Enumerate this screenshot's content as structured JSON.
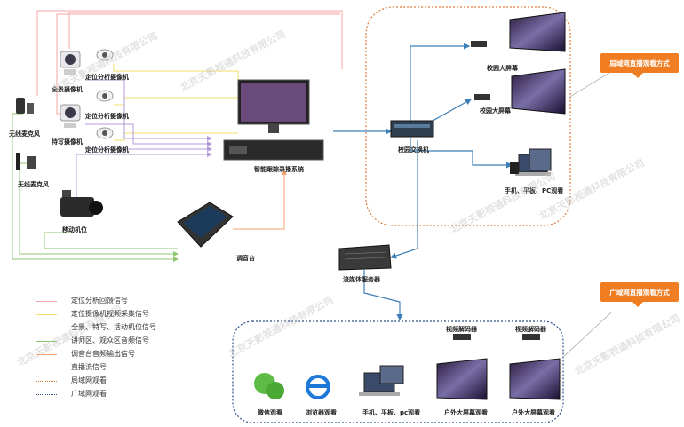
{
  "labels": {
    "panorama_camera": "全景摄像机",
    "positioning_camera_1": "定位分析摄像机",
    "positioning_camera_2": "定位分析摄像机",
    "positioning_camera_3": "定位分析摄像机",
    "closeup_camera": "特写摄像机",
    "wireless_mic_1": "无线麦克风",
    "wireless_mic_2": "无线麦克风",
    "mobile_camera": "移动机位",
    "recording_system": "智能跟踪录播系统",
    "mixer": "调音台",
    "campus_switch": "校园交换机",
    "campus_screen_1": "校园大屏幕",
    "campus_screen_2": "校园大屏幕",
    "devices_lan": "手机、平板、PC观看",
    "streaming_server": "流媒体服务器",
    "video_decoder_1": "视频解码器",
    "video_decoder_2": "视频解码器",
    "wechat": "微信观看",
    "browser": "浏览器观看",
    "devices_wan": "手机、平板、pc观看",
    "outdoor_screen_1": "户外大屏幕观看",
    "outdoor_screen_2": "户外大屏幕观看"
  },
  "callouts": {
    "lan": "局域网直播观看方式",
    "wan": "广域网直播观看方式"
  },
  "watermark": "北京天影视通科技有限公司",
  "legend": [
    {
      "label": "定位分析回馈信号",
      "color": "#f4a6a6",
      "style": "solid"
    },
    {
      "label": "定位摄像机视频采集信号",
      "color": "#f3dc6a",
      "style": "solid"
    },
    {
      "label": "全景、特写、活动机位信号",
      "color": "#b69ad8",
      "style": "solid"
    },
    {
      "label": "讲师区、观众区音频信号",
      "color": "#8fc56f",
      "style": "solid"
    },
    {
      "label": "调音台音频输出信号",
      "color": "#f4a36e",
      "style": "solid"
    },
    {
      "label": "直播流信号",
      "color": "#3f7fb8",
      "style": "solid"
    },
    {
      "label": "局域网观看",
      "color": "#e07b39",
      "style": "dotted"
    },
    {
      "label": "广域网观看",
      "color": "#2b4f8a",
      "style": "dotted"
    }
  ],
  "colors": {
    "feedback": "#f4a6a6",
    "video_capture": "#f3dc6a",
    "camera_signal": "#b69ad8",
    "audio": "#8fc56f",
    "mixer_out": "#f4a36e",
    "stream": "#3f7fb8",
    "lan_border": "#e07b39",
    "wan_border": "#2b4f8a",
    "callout": "#f07d22"
  }
}
